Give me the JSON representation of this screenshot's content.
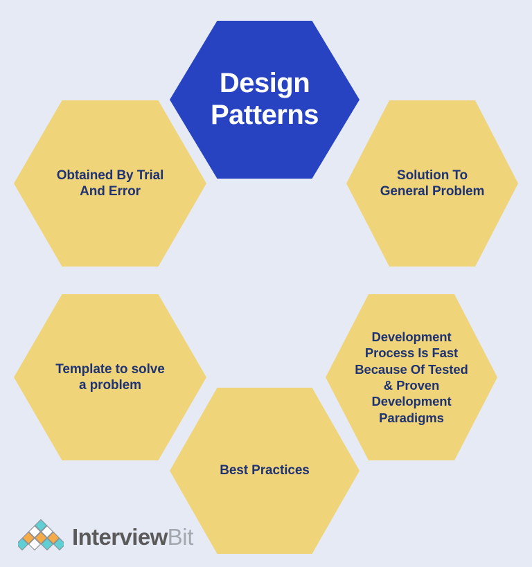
{
  "graphic": {
    "title": "Design Patterns",
    "background_color": "#e6eaf4",
    "accent_blue": "#2843c2",
    "accent_yellow": "#f0d479",
    "text_navy": "#1f3372"
  },
  "center_node": {
    "label": "Design\nPatterns",
    "color": "#2843c2",
    "text_color": "#ffffff"
  },
  "nodes": [
    {
      "id": "obtained-by-trial-and-error",
      "label": "Obtained By Trial\nAnd Error",
      "color": "#f0d479",
      "text_color": "#1f3372"
    },
    {
      "id": "solution-to-general-problem",
      "label": "Solution To\nGeneral Problem",
      "color": "#f0d479",
      "text_color": "#1f3372"
    },
    {
      "id": "template-to-solve-a-problem",
      "label": "Template to solve\na problem",
      "color": "#f0d479",
      "text_color": "#1f3372"
    },
    {
      "id": "development-process-is-fast",
      "label": "Development\nProcess Is Fast\nBecause Of Tested\n& Proven\nDevelopment\nParadigms",
      "color": "#f0d479",
      "text_color": "#1f3372"
    },
    {
      "id": "best-practices",
      "label": "Best Practices",
      "color": "#f0d479",
      "text_color": "#1f3372"
    }
  ],
  "logo": {
    "mark_name": "interviewbit-diamond-pyramid-icon",
    "word_primary": "Interview",
    "word_secondary": "Bit",
    "primary_color": "#5a5a5a",
    "secondary_color": "#a3a7ae",
    "mark_colors": {
      "teal": "#5fcfd3",
      "orange": "#f4ab48",
      "white": "#ffffff",
      "outline": "#8a8f96"
    }
  }
}
